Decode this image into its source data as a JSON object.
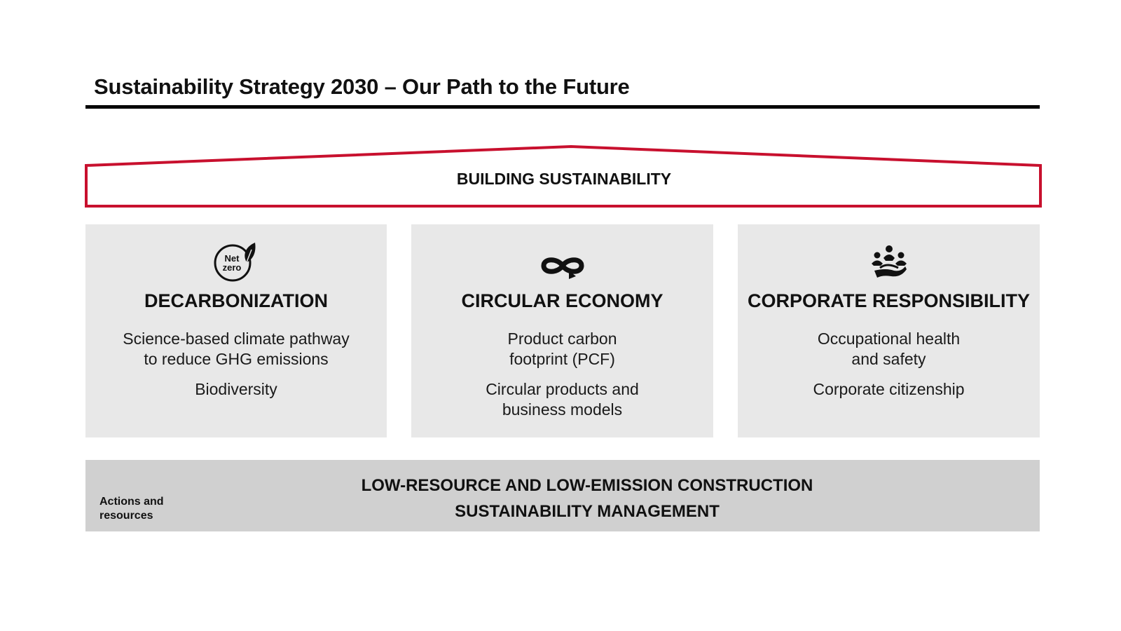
{
  "header": {
    "title": "Sustainability Strategy 2030 – Our Path to the Future"
  },
  "roof": {
    "label": "BUILDING SUSTAINABILITY",
    "accent_color": "#c8102e"
  },
  "pillars": [
    {
      "icon": "net-zero-leaf-icon",
      "icon_text": [
        "Net",
        "zero"
      ],
      "title": "DECARBONIZATION",
      "items": [
        "Science-based climate pathway\nto reduce GHG emissions",
        "Biodiversity"
      ]
    },
    {
      "icon": "circular-loop-icon",
      "title": "CIRCULAR ECONOMY",
      "items": [
        "Product carbon\nfootprint (PCF)",
        "Circular products and\nbusiness models"
      ]
    },
    {
      "icon": "people-in-hand-icon",
      "title": "CORPORATE RESPONSIBILITY",
      "items": [
        "Occupational health\nand safety",
        "Corporate citizenship"
      ]
    }
  ],
  "foundation": {
    "label": "Actions and\nresources",
    "lines": [
      "LOW-RESOURCE AND LOW-EMISSION CONSTRUCTION",
      "SUSTAINABILITY MANAGEMENT"
    ],
    "background_color": "#d0d0d0"
  },
  "colors": {
    "pillar_background": "#e8e8e8",
    "text": "#111111"
  }
}
